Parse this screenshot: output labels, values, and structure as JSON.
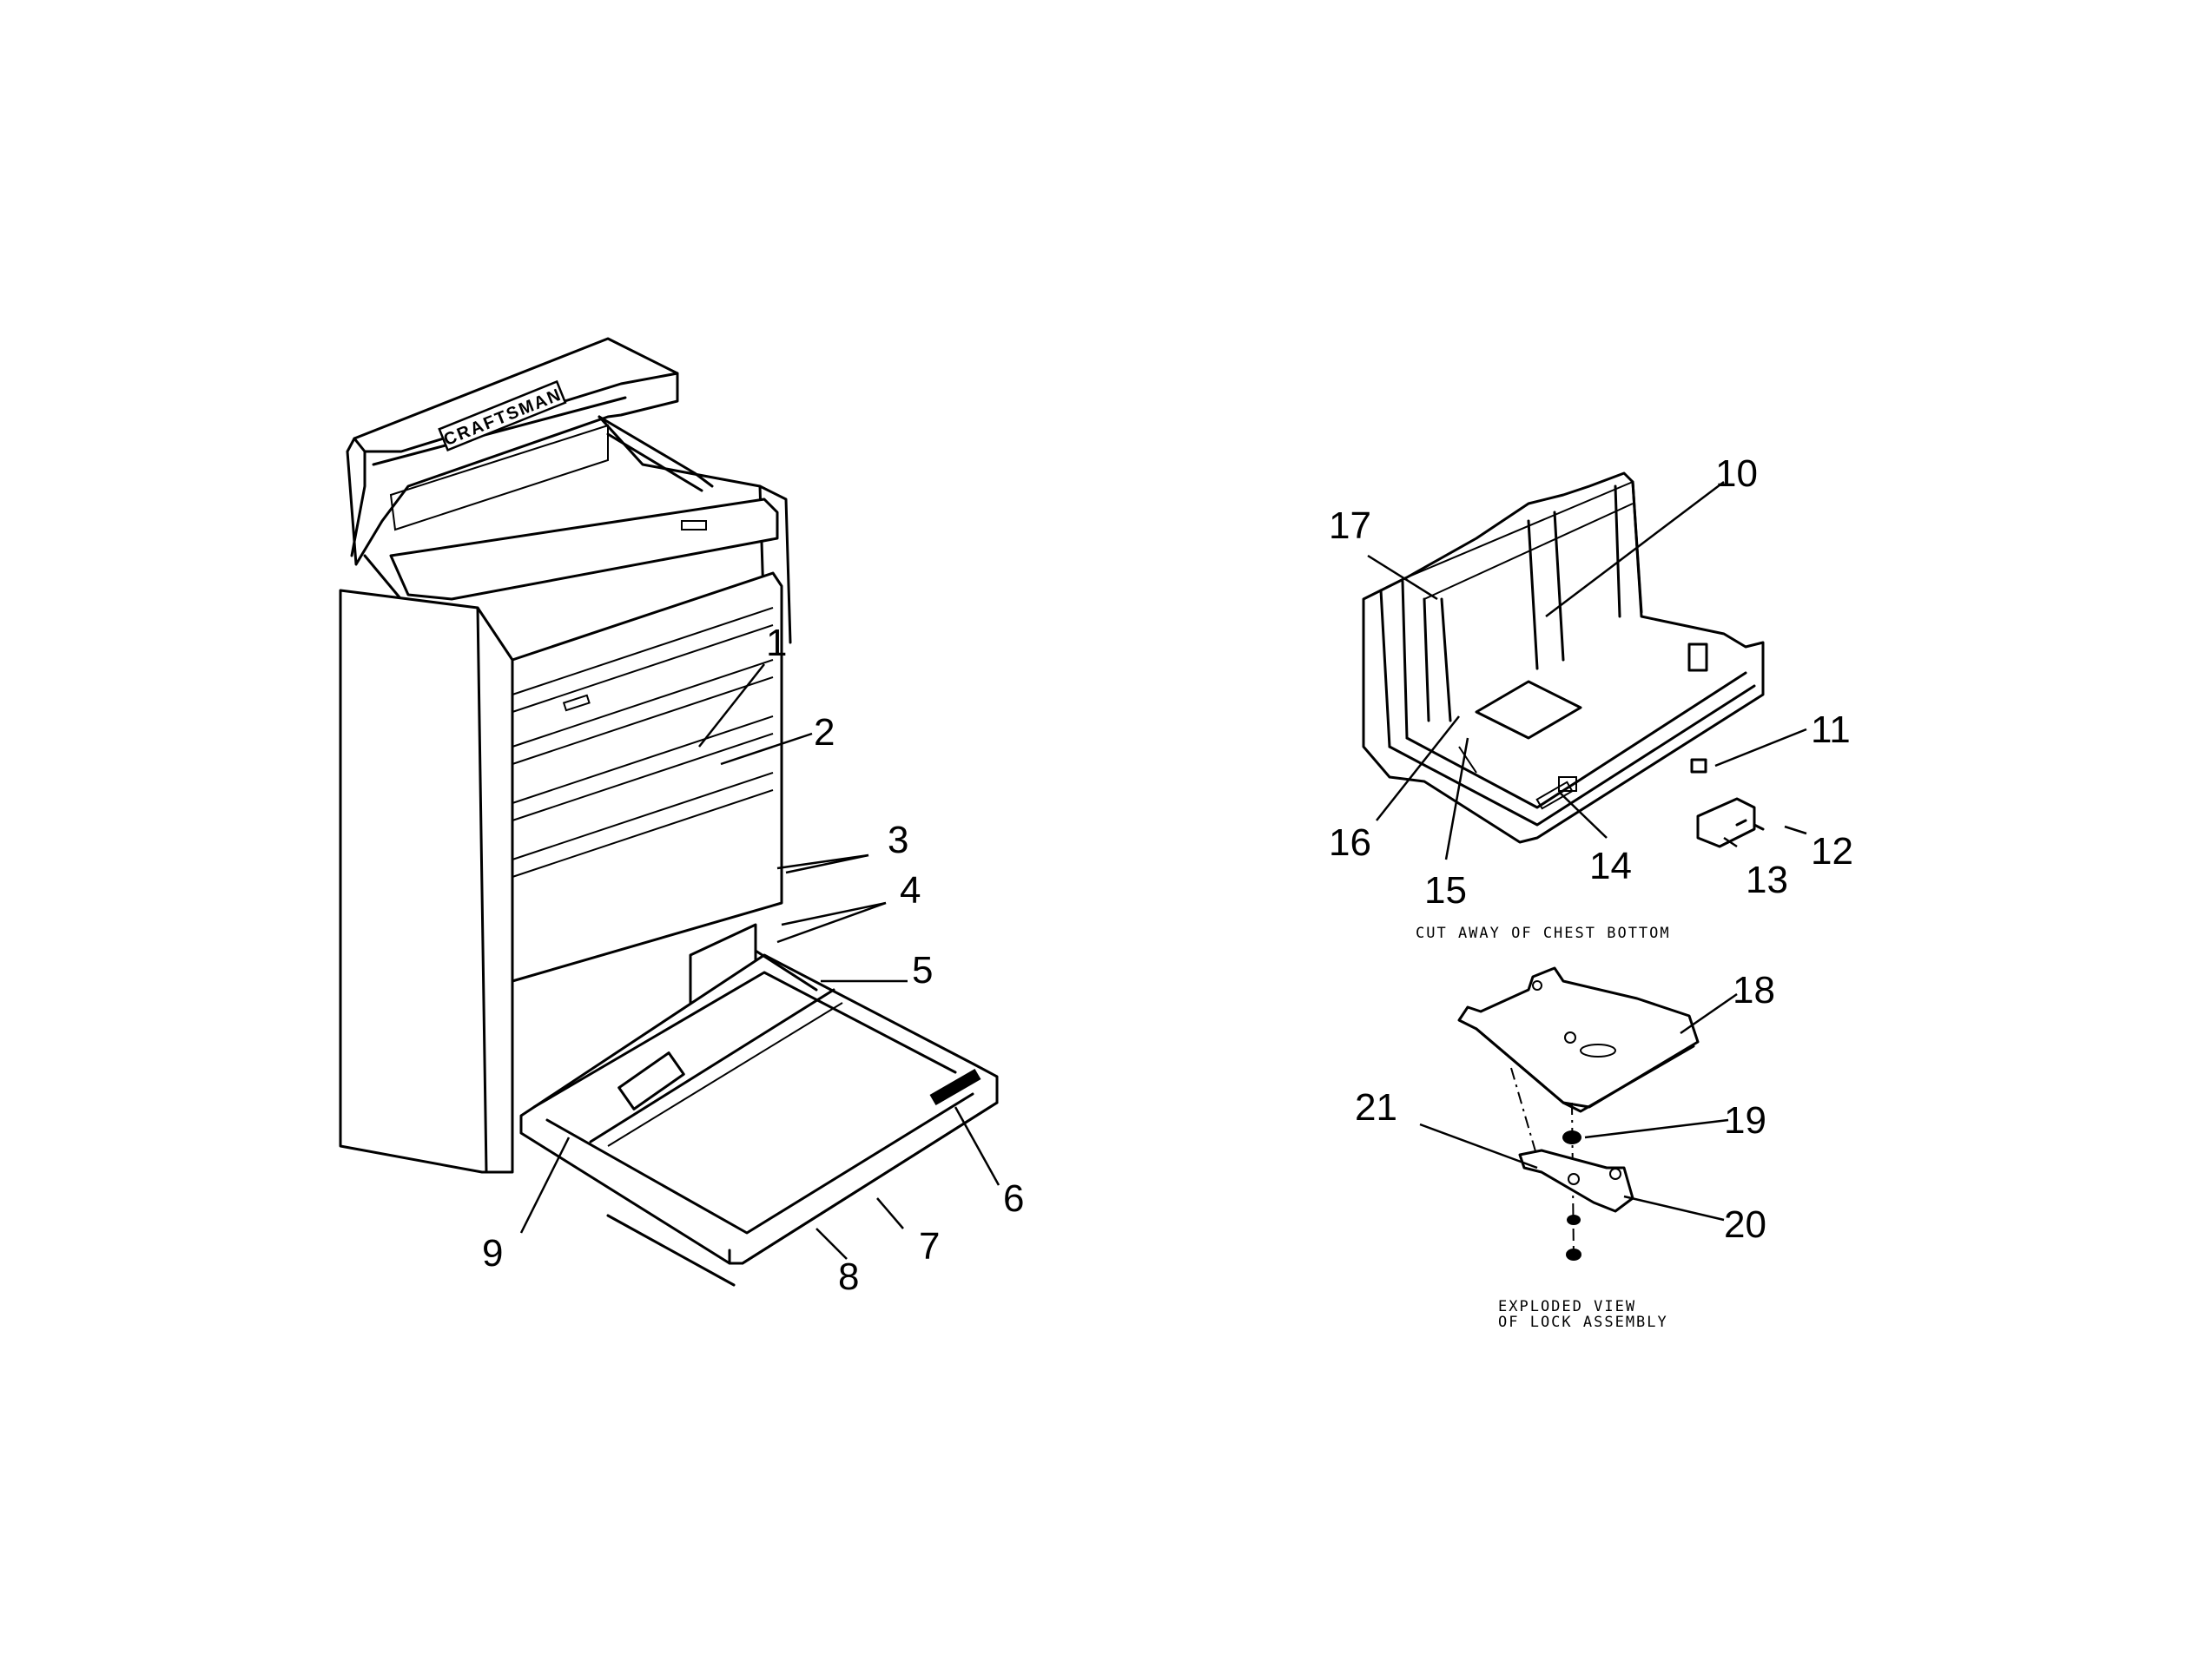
{
  "main_assembly": {
    "brand_badge": "CRAFTSMAN",
    "callouts": [
      "1",
      "2",
      "3",
      "4",
      "5",
      "6",
      "7",
      "8",
      "9"
    ]
  },
  "cutaway": {
    "callouts": [
      "10",
      "11",
      "12",
      "13",
      "14",
      "15",
      "16",
      "17"
    ],
    "caption": "CUT AWAY OF CHEST BOTTOM"
  },
  "lock_assembly": {
    "callouts": [
      "18",
      "19",
      "20",
      "21"
    ],
    "caption_line1": "EXPLODED VIEW",
    "caption_line2": "OF LOCK ASSEMBLY"
  }
}
